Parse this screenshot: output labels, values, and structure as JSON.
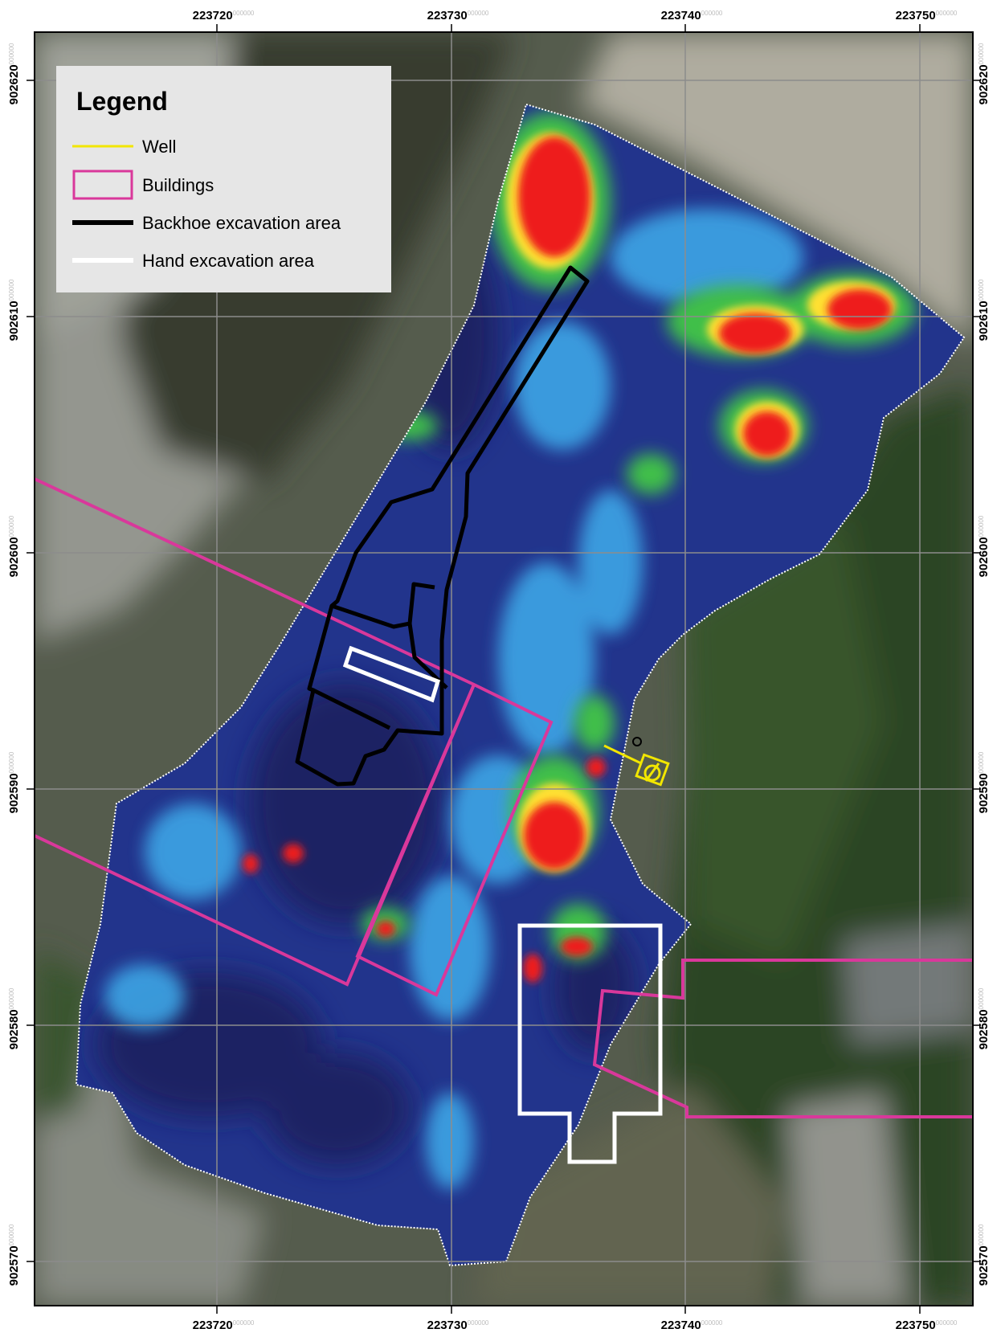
{
  "map": {
    "x_ticks": [
      {
        "major": "223720",
        "minor": "000000"
      },
      {
        "major": "223730",
        "minor": "000000"
      },
      {
        "major": "223740",
        "minor": "000000"
      },
      {
        "major": "223750",
        "minor": "000000"
      }
    ],
    "y_ticks": [
      {
        "major": "902620",
        "minor": "000000"
      },
      {
        "major": "902610",
        "minor": "000000"
      },
      {
        "major": "902600",
        "minor": "000000"
      },
      {
        "major": "902590",
        "minor": "000000"
      },
      {
        "major": "902580",
        "minor": "000000"
      },
      {
        "major": "902570",
        "minor": "000000"
      }
    ]
  },
  "legend": {
    "title": "Legend",
    "items": [
      {
        "label": "Well",
        "color": "#f2e600",
        "kind": "line"
      },
      {
        "label": "Buildings",
        "color": "#d9389b",
        "kind": "box"
      },
      {
        "label": "Backhoe excavation area",
        "color": "#000000",
        "kind": "line"
      },
      {
        "label": "Hand excavation area",
        "color": "#ffffff",
        "kind": "line"
      }
    ]
  },
  "colors": {
    "buildings": "#d9389b",
    "well": "#f2e600",
    "backhoe": "#000000",
    "hand": "#ffffff",
    "low": "#1d2a7a",
    "mid": "#2fb8e8",
    "green": "#3fbf4a",
    "high": "#ee1f1f"
  }
}
